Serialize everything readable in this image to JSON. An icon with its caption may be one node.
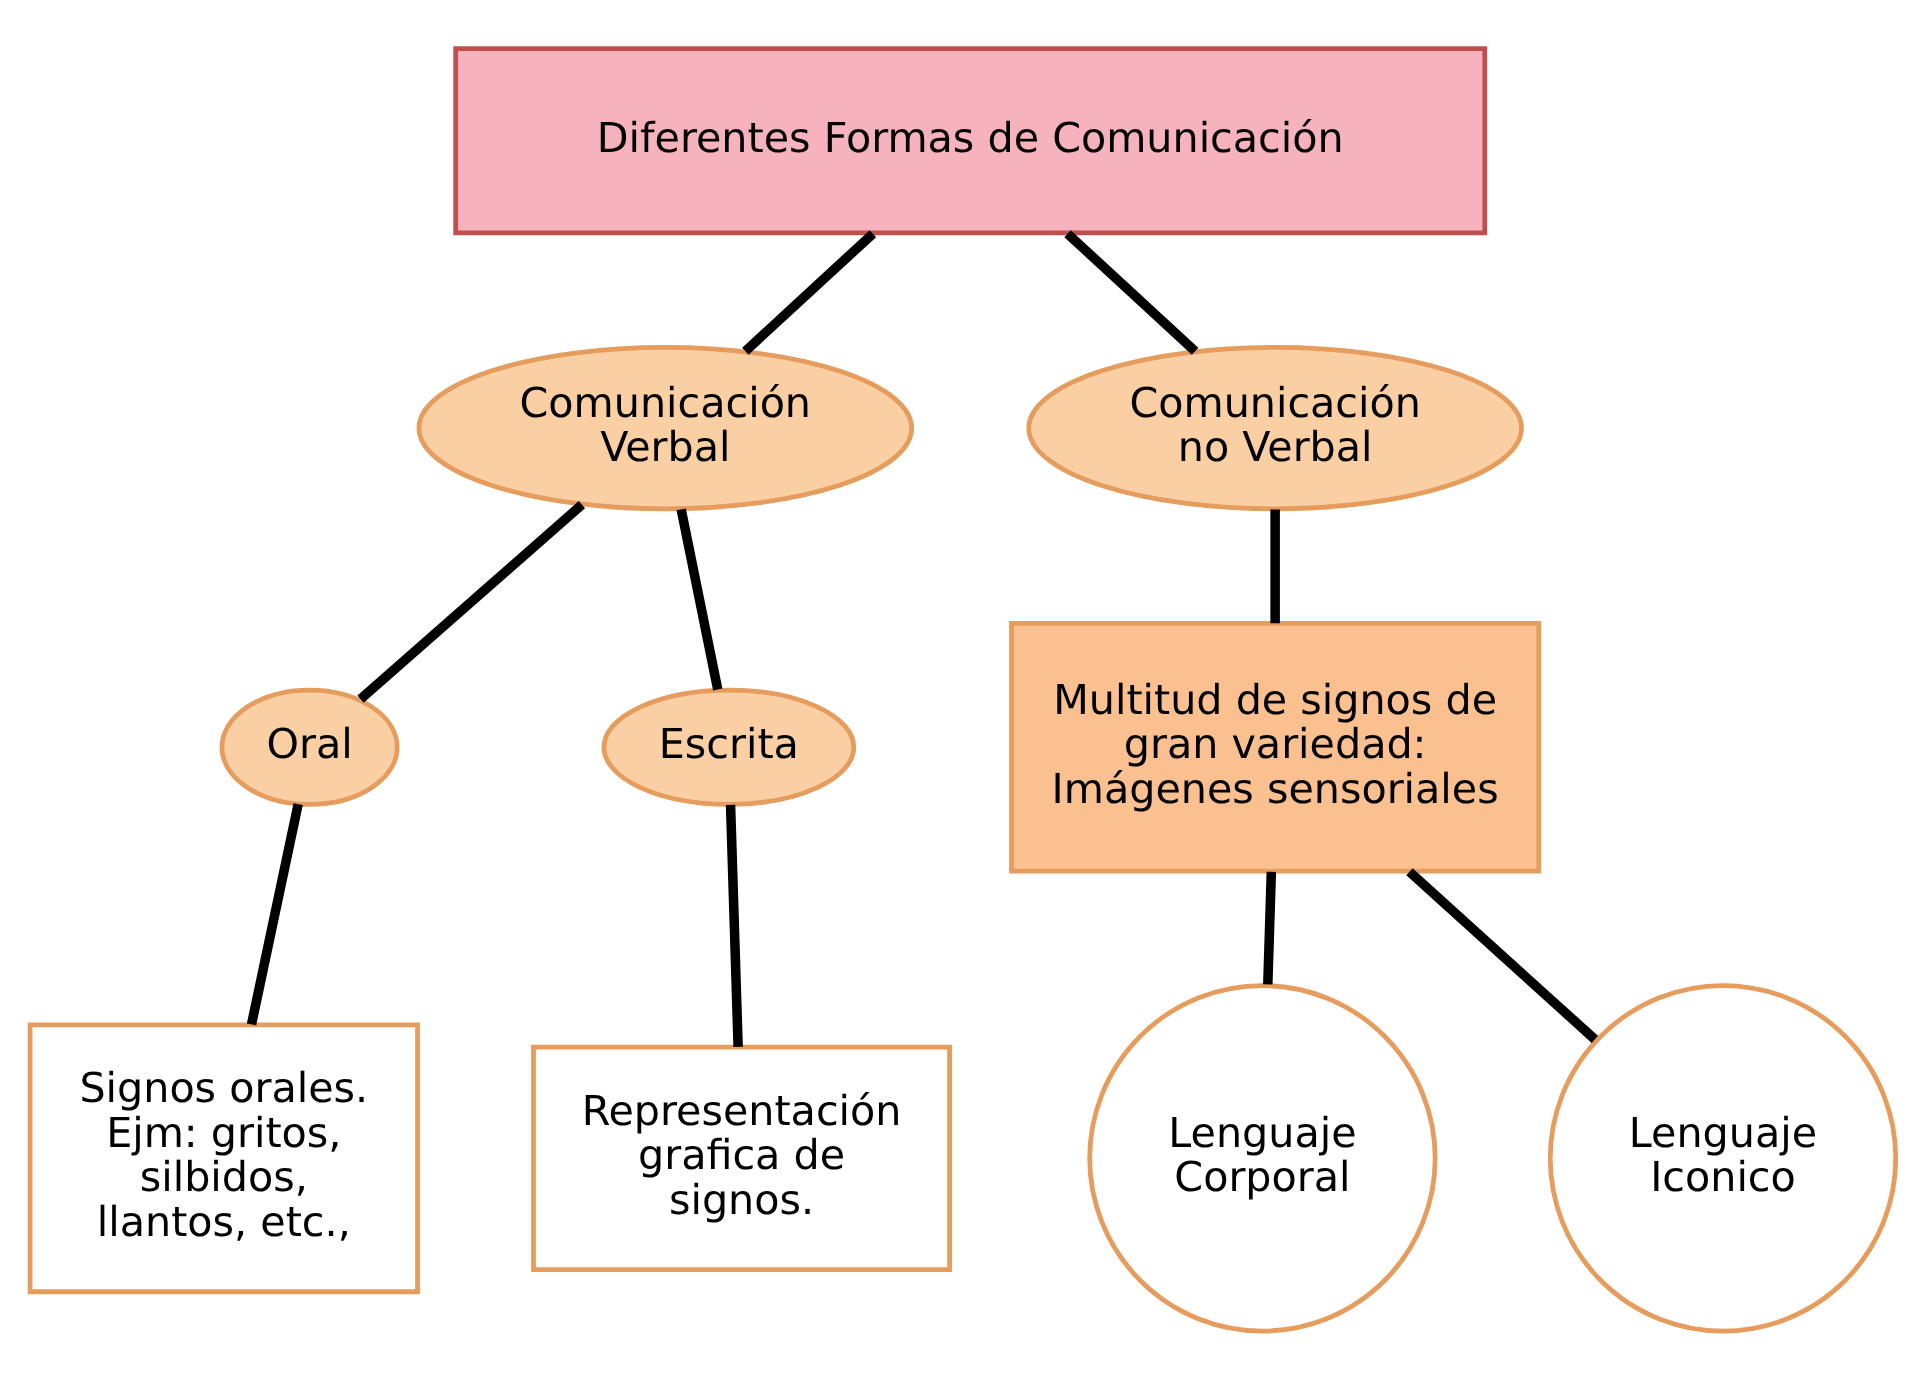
{
  "diagram": {
    "nodes": [
      {
        "text": [
          "Diferentes Formas de Comunicación"
        ]
      },
      {
        "text": [
          "Comunicación Verbal"
        ]
      },
      {
        "text": [
          "Comunicación no Verbal"
        ]
      },
      {
        "text": [
          "Oral"
        ]
      },
      {
        "text": [
          "Escrita"
        ]
      },
      {
        "text": [
          "Signos orales. Ejm: gritos, silbidos, llantos, etc.,"
        ]
      },
      {
        "text": [
          "Representación grafica de signos."
        ]
      },
      {
        "text": [
          "Multitud de signos de gran variedad: Imágenes sensoriales"
        ]
      },
      {
        "text": [
          "Lenguaje Corporal"
        ]
      },
      {
        "text": [
          "Lenguaje Iconico"
        ]
      }
    ],
    "edges": [
      {
        "from": 0,
        "to": 1,
        "arrow": "none"
      },
      {
        "from": 0,
        "to": 2,
        "arrow": "none"
      },
      {
        "from": 1,
        "to": 3,
        "arrow": "none"
      },
      {
        "from": 1,
        "to": 4,
        "arrow": "none"
      },
      {
        "from": 3,
        "to": 5,
        "arrow": "none"
      },
      {
        "from": 4,
        "to": 6,
        "arrow": "none"
      },
      {
        "from": 2,
        "to": 7,
        "arrow": "none"
      },
      {
        "from": 7,
        "to": 8,
        "arrow": "none"
      },
      {
        "from": 7,
        "to": 9,
        "arrow": "none"
      }
    ]
  }
}
